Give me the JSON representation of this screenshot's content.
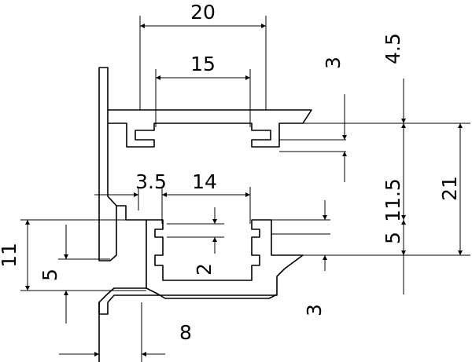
{
  "dimensions": {
    "width_20": "20",
    "width_15": "15",
    "gap_3_5": "3.5",
    "width_14": "14",
    "height_2": "2",
    "height_11": "11",
    "height_5_left": "5",
    "offset_8": "8",
    "height_3_top": "3",
    "height_4_5": "4.5",
    "height_11_5": "11.5",
    "height_21": "21",
    "height_5_right": "5",
    "height_3_bottom": "3"
  }
}
